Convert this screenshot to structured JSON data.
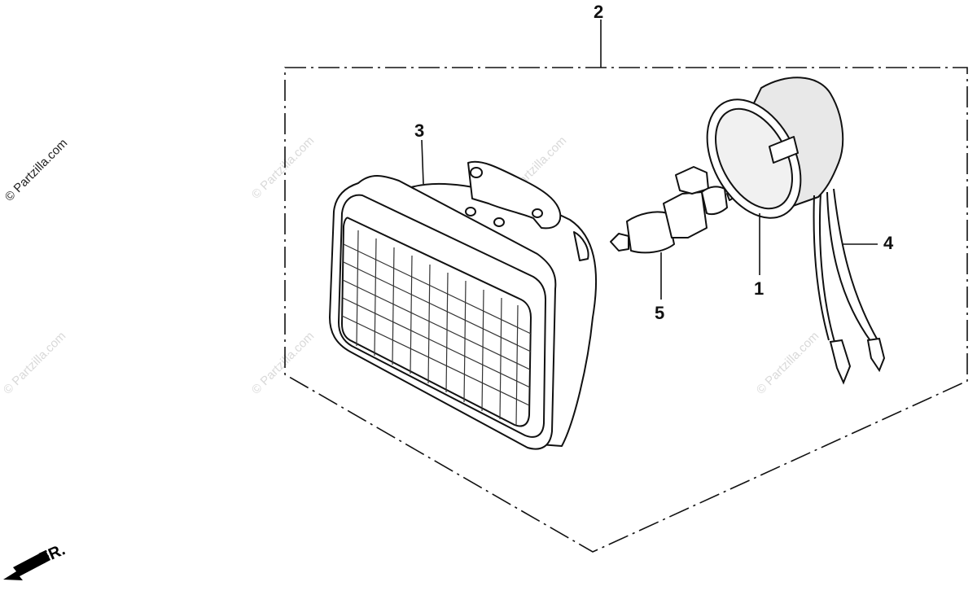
{
  "watermark": "© Partzilla.com",
  "direction_label": "FR.",
  "callouts": {
    "housing": "1",
    "assembly": "2",
    "lens_unit": "3",
    "harness": "4",
    "bulb": "5"
  }
}
